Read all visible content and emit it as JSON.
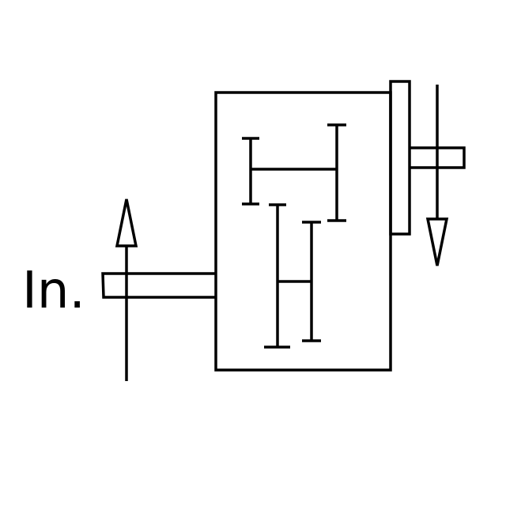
{
  "diagram": {
    "input_label": "In.",
    "line_color": "#000000",
    "background": "#ffffff",
    "components": [
      "gearbox-housing",
      "input-shaft",
      "input-arrow",
      "output-flange",
      "output-shaft",
      "output-arrow",
      "gear-pair-upper",
      "gear-pair-lower"
    ]
  }
}
